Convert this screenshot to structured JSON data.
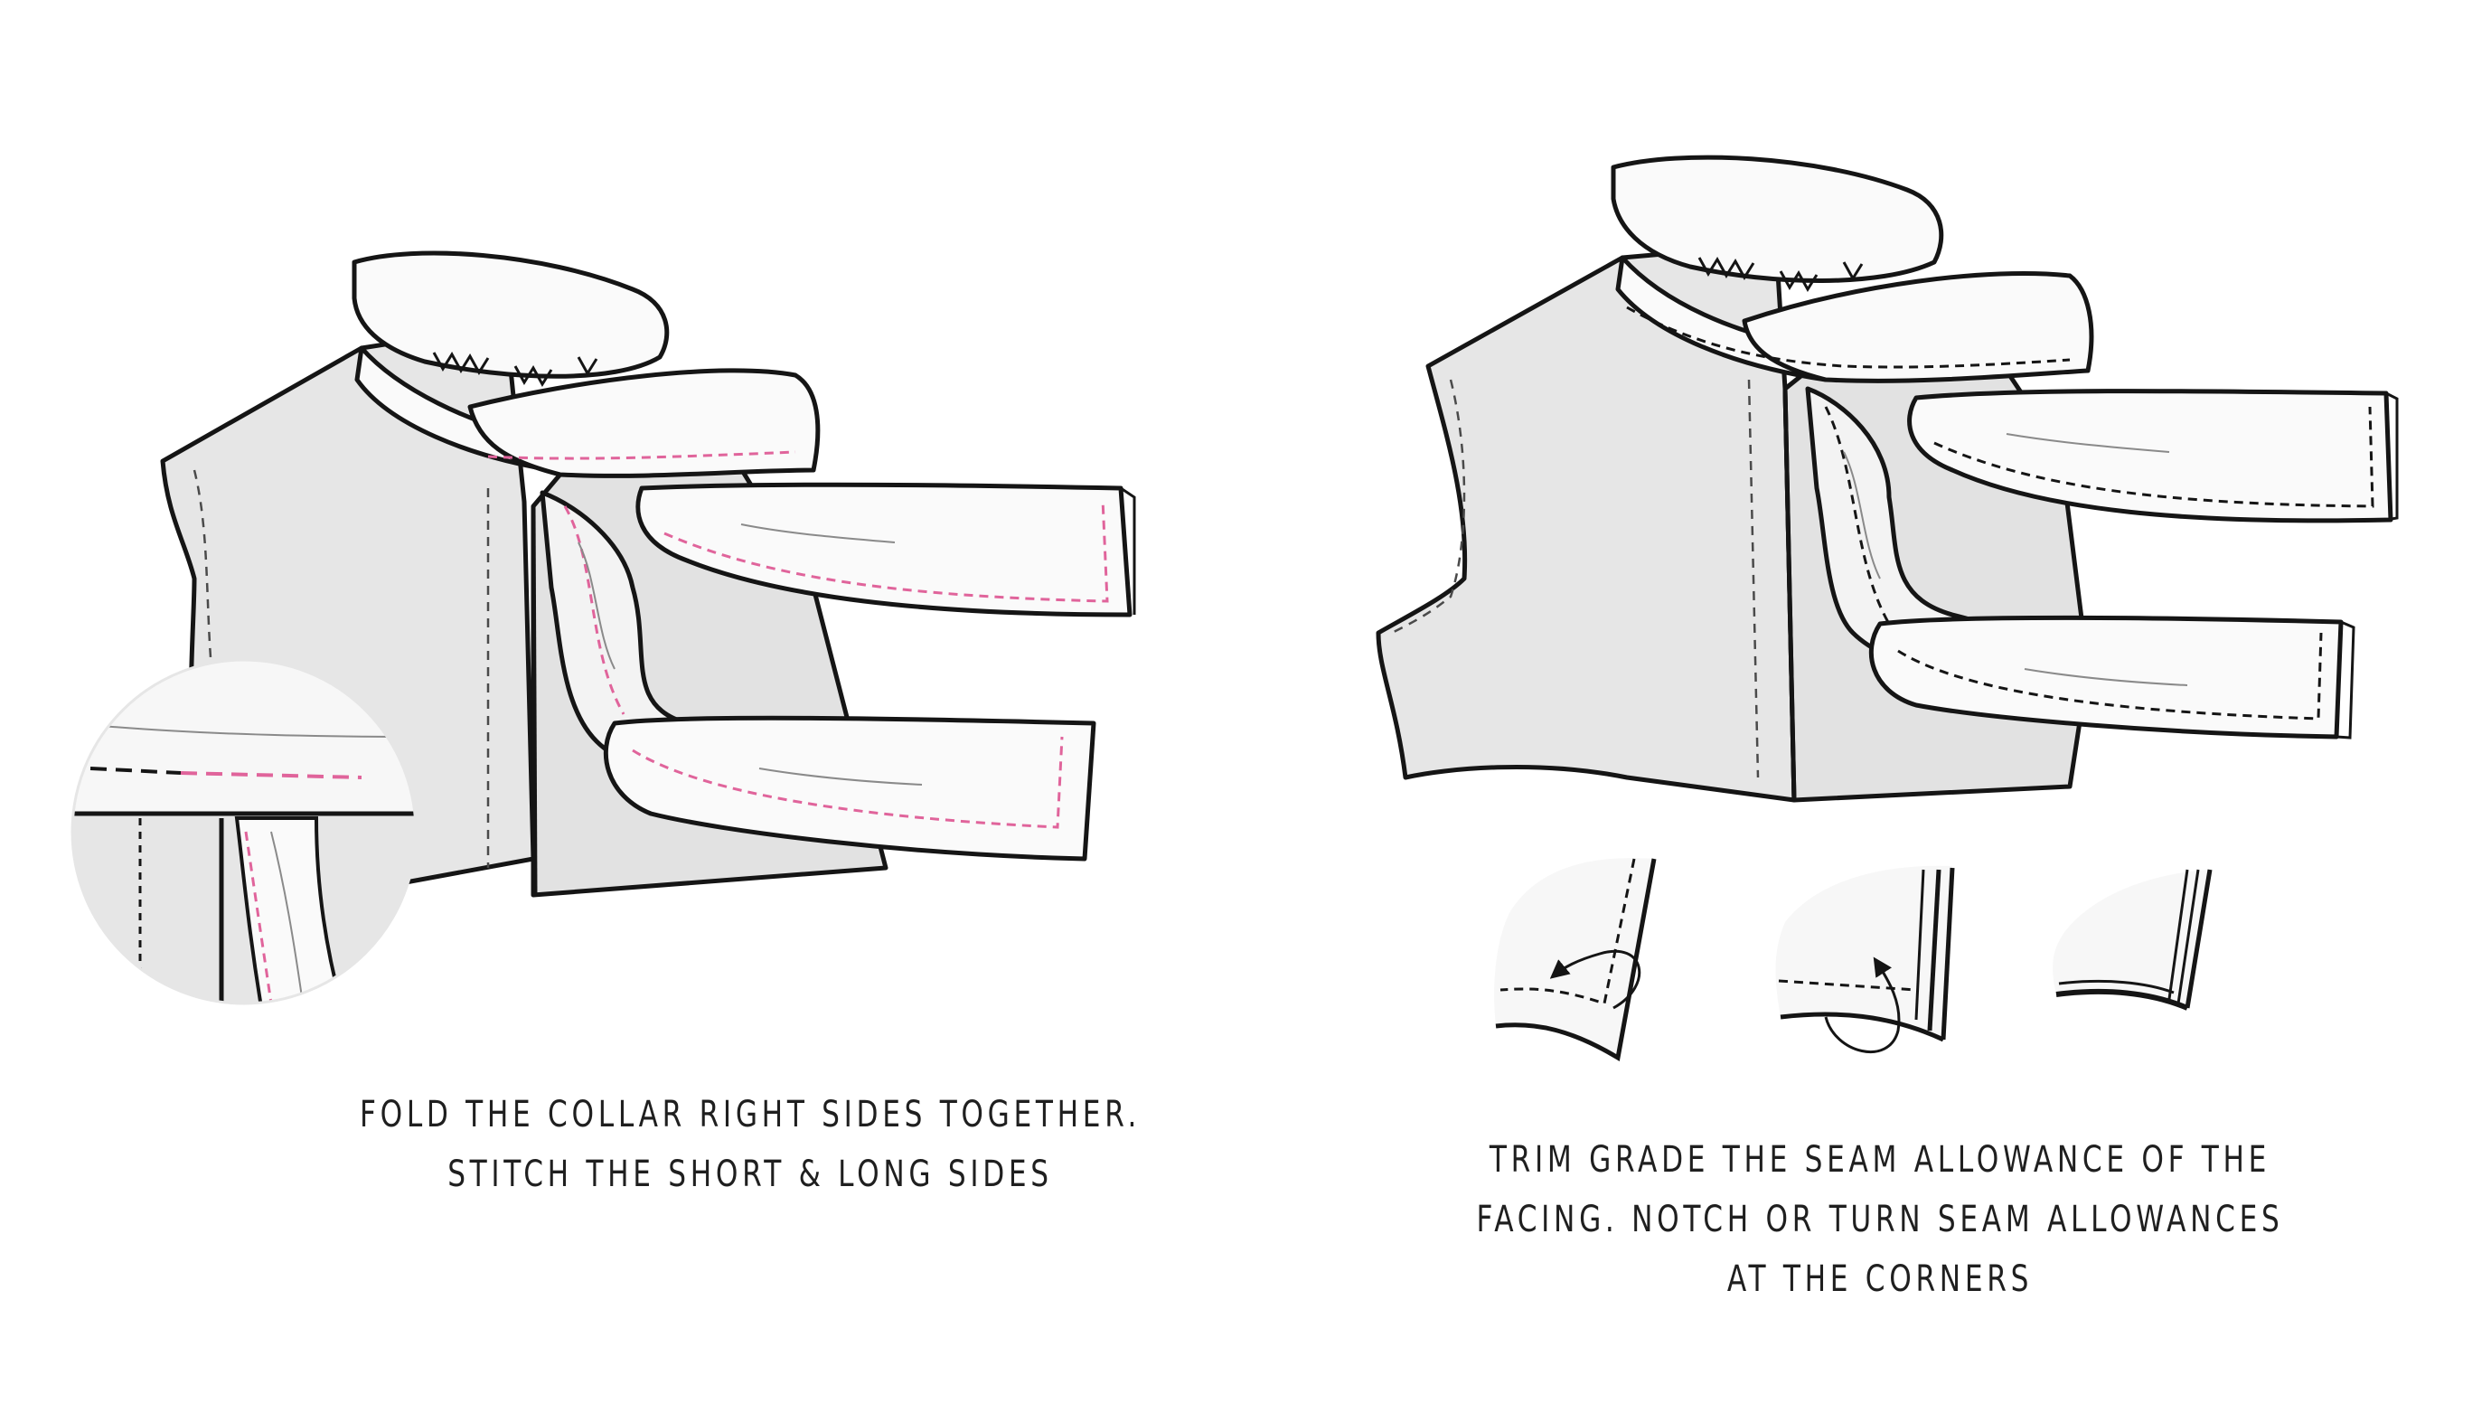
{
  "colors": {
    "outline": "#151515",
    "garment_fill": "#e6e6e6",
    "collar_fill": "#fafafa",
    "stitch_pink": "#e0649b",
    "stitch_grey": "#4a4a4a"
  },
  "steps": [
    {
      "caption_lines": [
        "FOLD THE COLLAR RIGHT SIDES TOGETHER.",
        "STITCH THE SHORT & LONG SIDES"
      ]
    },
    {
      "caption_lines": [
        "TRIM GRADE THE SEAM ALLOWANCE OF THE",
        "FACING. NOTCH OR TURN SEAM ALLOWANCES",
        "AT THE CORNERS"
      ]
    }
  ]
}
